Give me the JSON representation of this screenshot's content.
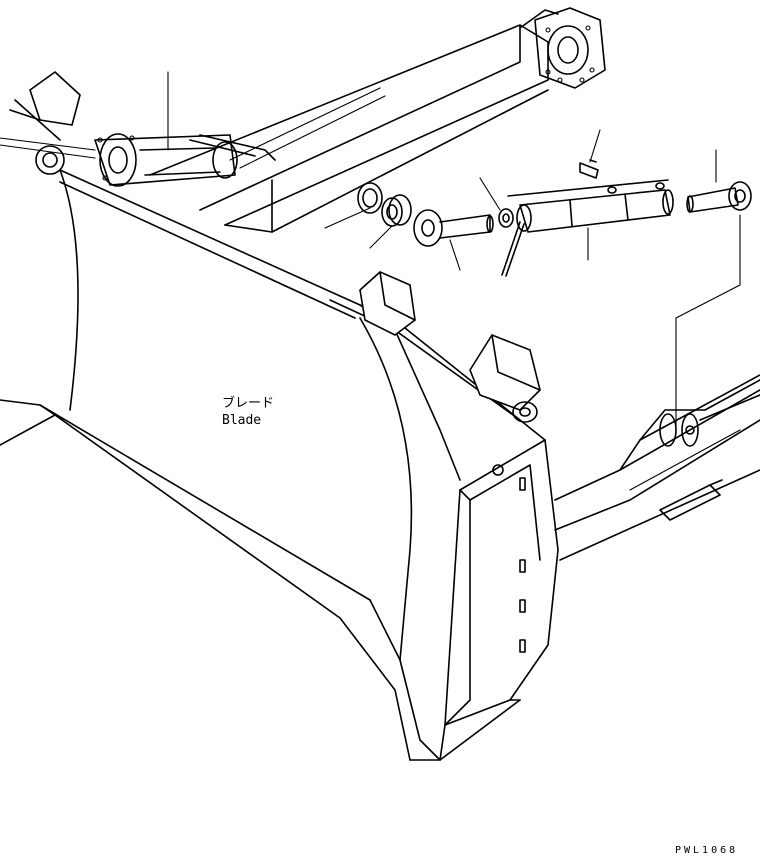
{
  "diagram": {
    "blade_label_jp": "ブレード",
    "blade_label_en": "Blade",
    "drawing_code": "PWL1068"
  }
}
